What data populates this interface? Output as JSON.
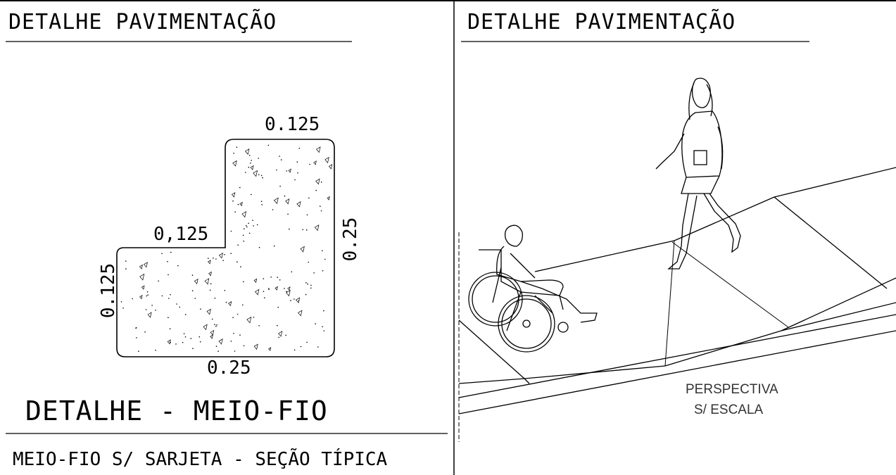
{
  "left_panel": {
    "title": "DETALHE PAVIMENTAÇÃO",
    "dimensions": {
      "top": "0.125",
      "mid": "0,125",
      "right": "0.25",
      "left": "0.125",
      "bottom": "0.25"
    },
    "detail_title": "DETALHE - MEIO-FIO",
    "subtitle": "MEIO-FIO S/ SARJETA - SEÇÃO TÍPICA"
  },
  "right_panel": {
    "title": "DETALHE PAVIMENTAÇÃO",
    "caption_line1": "PERSPECTIVA",
    "caption_line2": "S/ ESCALA"
  }
}
